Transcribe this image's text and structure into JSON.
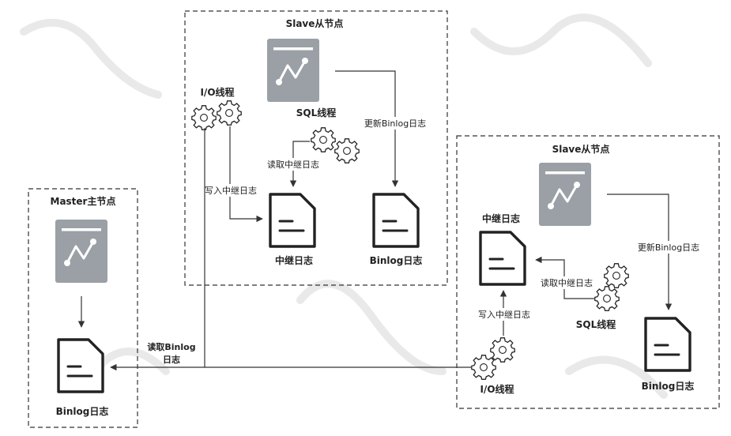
{
  "master": {
    "title": "Master主节点",
    "binlog_label": "Binlog日志"
  },
  "slave_top": {
    "title": "Slave从节点",
    "io_thread_label": "I/O线程",
    "sql_thread_label": "SQL线程",
    "relay_log_label": "中继日志",
    "binlog_label": "Binlog日志",
    "edge_update_binlog": "更新Binlog日志",
    "edge_read_relay": "读取中继日志",
    "edge_write_relay": "写入中继日志"
  },
  "slave_right": {
    "title": "Slave从节点",
    "io_thread_label": "I/O线程",
    "sql_thread_label": "SQL线程",
    "relay_log_label": "中继日志",
    "binlog_label": "Binlog日志",
    "edge_update_binlog": "更新Binlog日志",
    "edge_read_relay": "读取中继日志",
    "edge_write_relay": "写入中继日志"
  },
  "edge_read_binlog": {
    "line1": "读取Binlog",
    "line2": "日志"
  },
  "icons": {
    "database": "database-icon",
    "document": "document-icon",
    "gear": "gear-icon"
  },
  "colors": {
    "database_fill": "#9aa0a6",
    "stroke": "#333333"
  }
}
